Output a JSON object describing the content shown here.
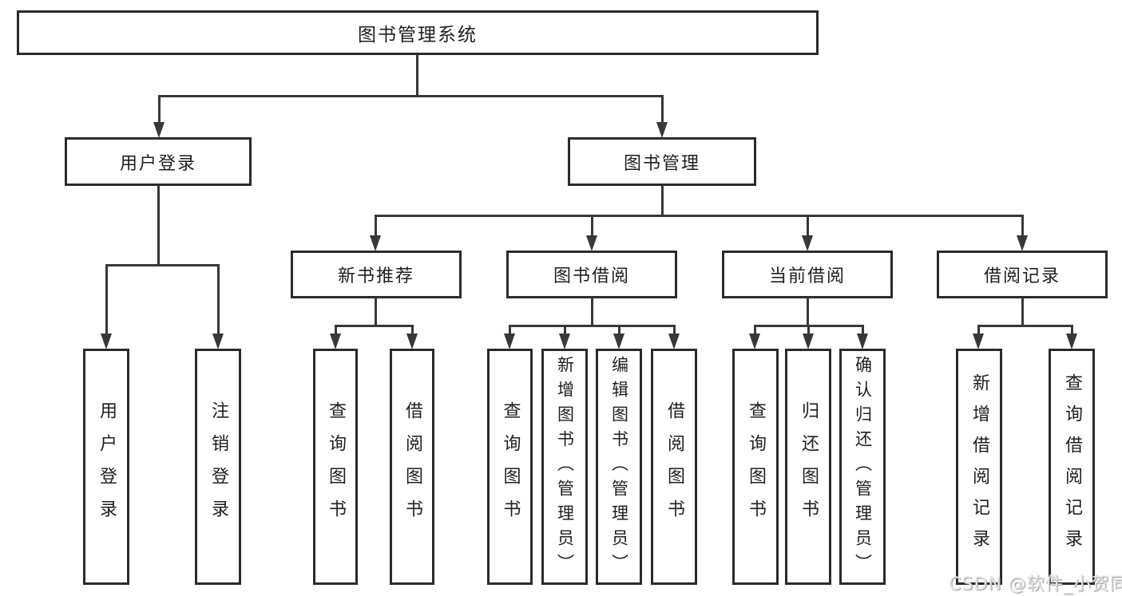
{
  "nodes": {
    "root": "图书管理系统",
    "user_login": "用户登录",
    "book_mgmt": "图书管理",
    "new_books": "新书推荐",
    "book_borrow": "图书借阅",
    "current_borrow": "当前借阅",
    "borrow_records": "借阅记录"
  },
  "leaves": {
    "user_login": [
      "用户登录",
      "注销登录"
    ],
    "new_books": [
      "查询图书",
      "借阅图书"
    ],
    "book_borrow": [
      "查询图书",
      "新增图书（管理员）",
      "编辑图书（管理员）",
      "借阅图书"
    ],
    "current_borrow": [
      "查询图书",
      "归还图书",
      "确认归还（管理员）"
    ],
    "borrow_records": [
      "新增借阅记录",
      "查询借阅记录"
    ]
  },
  "watermark": "CSDN @软件_小贺同学",
  "colors": {
    "line": "#383838",
    "border": "#2b2b2b",
    "text": "#1f1f1f",
    "watermark": "#e6e6e6",
    "background": "#ffffff"
  }
}
